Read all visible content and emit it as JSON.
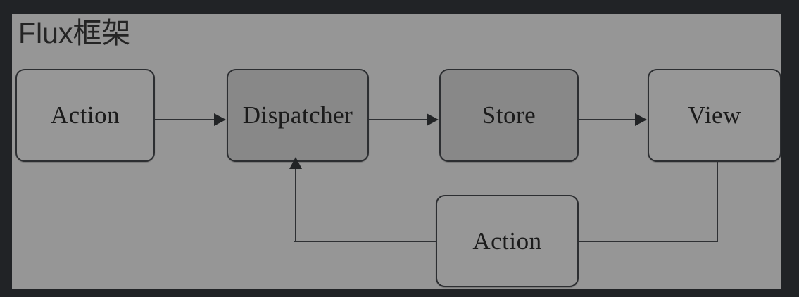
{
  "figure": {
    "title": "Flux框架",
    "background_color": "#969696",
    "frame_color": "#212326",
    "node_fill": "#979797",
    "node_fill_dim": "#888888",
    "node_border_color": "#2c2e31",
    "text_color": "#1b1b1b",
    "connector_color": "#2e3033"
  },
  "nodes": [
    {
      "id": "action-top",
      "label": "Action"
    },
    {
      "id": "dispatcher",
      "label": "Dispatcher"
    },
    {
      "id": "store",
      "label": "Store"
    },
    {
      "id": "view",
      "label": "View"
    },
    {
      "id": "action-bottom",
      "label": "Action"
    }
  ],
  "edges": [
    {
      "from": "Action",
      "to": "Dispatcher",
      "arrow": "right"
    },
    {
      "from": "Dispatcher",
      "to": "Store",
      "arrow": "right"
    },
    {
      "from": "Store",
      "to": "View",
      "arrow": "right"
    },
    {
      "from": "View",
      "to": "Action",
      "arrow": "none"
    },
    {
      "from": "Action",
      "to": "Dispatcher",
      "arrow": "up"
    }
  ]
}
